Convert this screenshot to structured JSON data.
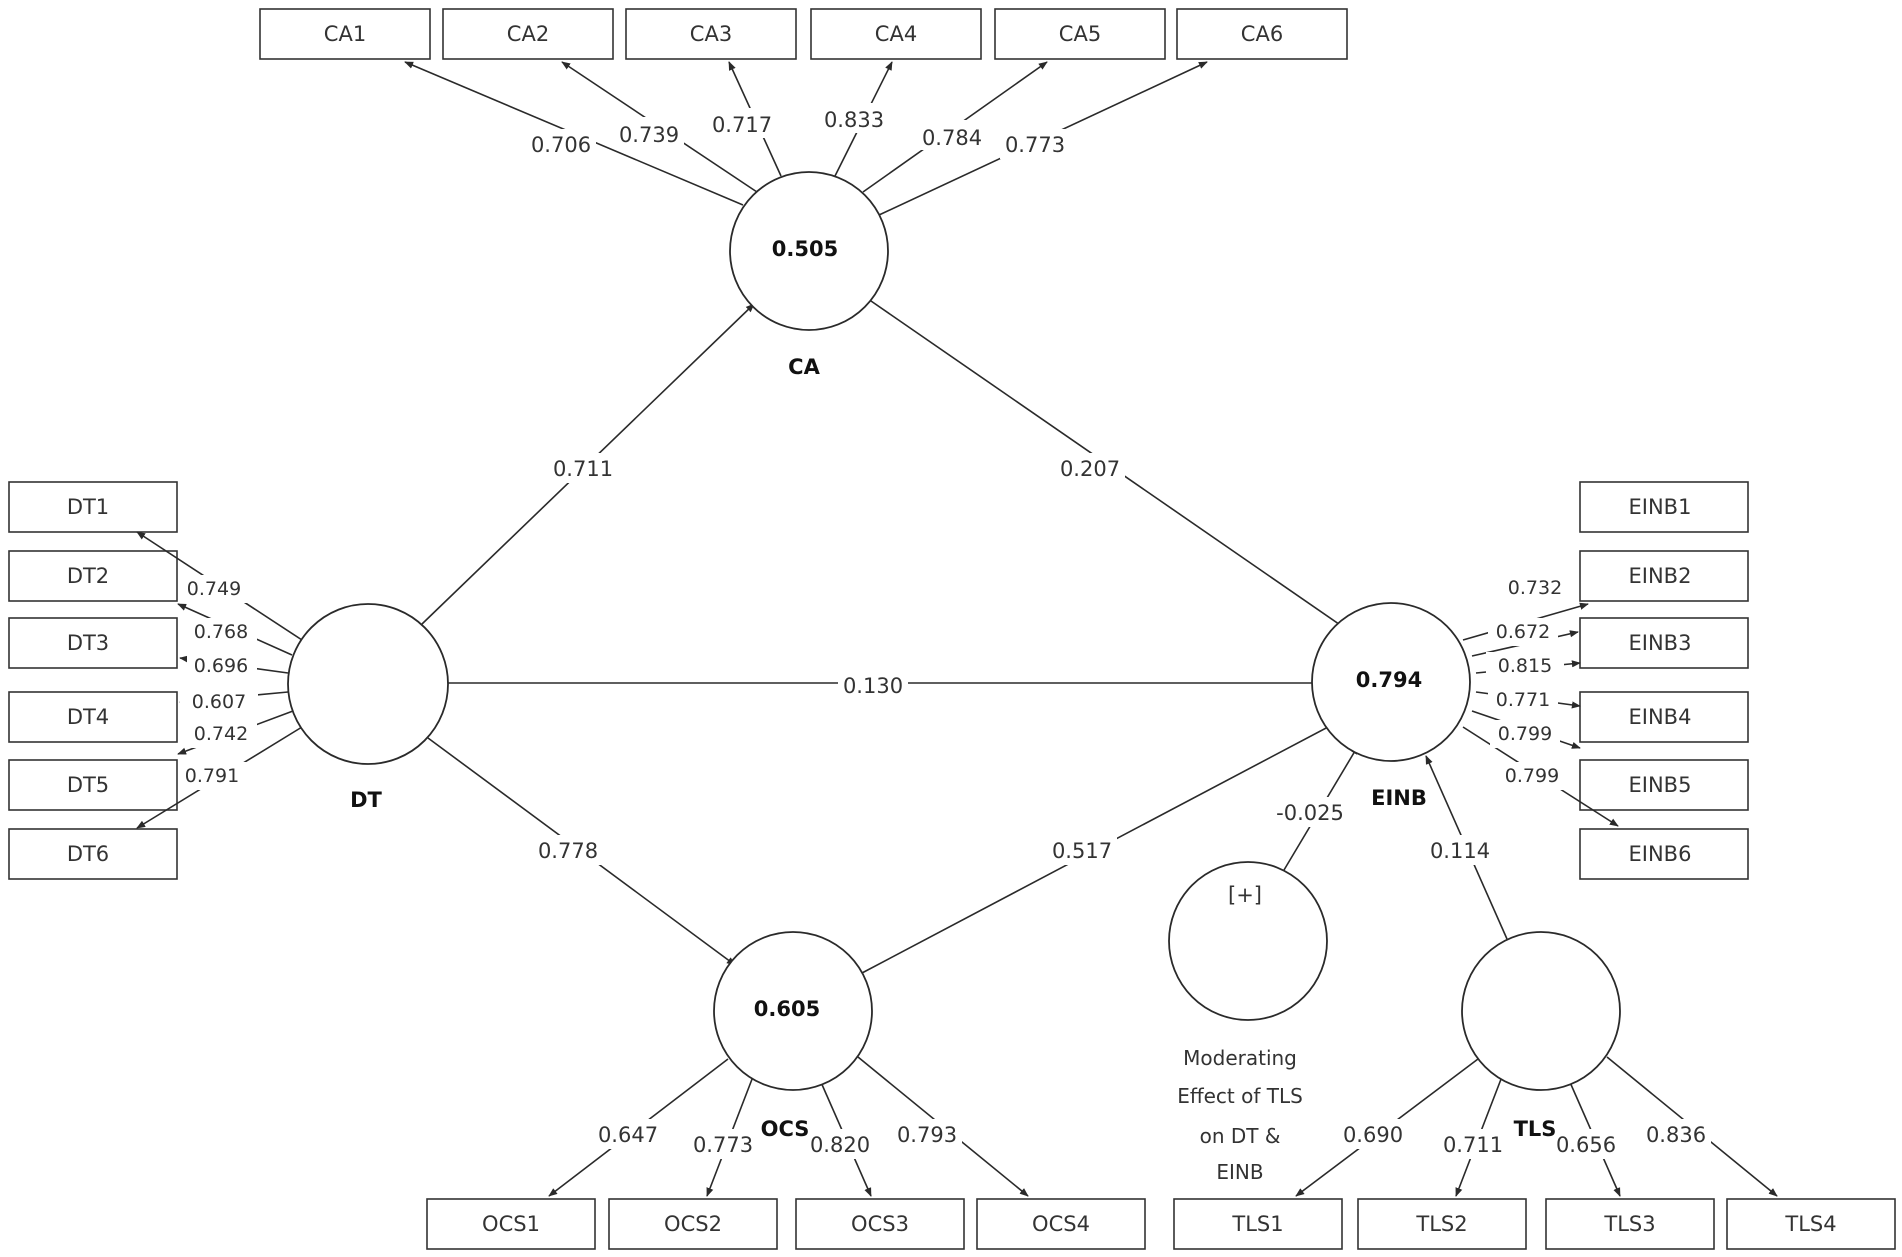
{
  "latents": {
    "CA": {
      "name": "CA",
      "r2": "0.505"
    },
    "DT": {
      "name": "DT",
      "r2": ""
    },
    "EINB": {
      "name": "EINB",
      "r2": "0.794"
    },
    "OCS": {
      "name": "OCS",
      "r2": "0.605"
    },
    "TLS": {
      "name": "TLS",
      "r2": ""
    },
    "MOD": {
      "name": "",
      "symbol": "[+]",
      "caption": [
        "Moderating",
        "Effect of TLS",
        "on DT &",
        "EINB"
      ]
    }
  },
  "indicators": {
    "CA": [
      "CA1",
      "CA2",
      "CA3",
      "CA4",
      "CA5",
      "CA6"
    ],
    "DT": [
      "DT1",
      "DT2",
      "DT3",
      "DT4",
      "DT5",
      "DT6"
    ],
    "EINB": [
      "EINB1",
      "EINB2",
      "EINB3",
      "EINB4",
      "EINB5",
      "EINB6"
    ],
    "OCS": [
      "OCS1",
      "OCS2",
      "OCS3",
      "OCS4"
    ],
    "TLS": [
      "TLS1",
      "TLS2",
      "TLS3",
      "TLS4"
    ]
  },
  "loadings": {
    "CA": [
      "0.706",
      "0.739",
      "0.717",
      "0.833",
      "0.784",
      "0.773"
    ],
    "DT": [
      "0.749",
      "0.768",
      "0.696",
      "0.607",
      "0.742",
      "0.791"
    ],
    "EINB": [
      "0.732",
      "0.672",
      "0.815",
      "0.771",
      "0.799",
      "0.799"
    ],
    "OCS": [
      "0.647",
      "0.773",
      "0.820",
      "0.793"
    ],
    "TLS": [
      "0.690",
      "0.711",
      "0.656",
      "0.836"
    ]
  },
  "paths": {
    "DT_CA": "0.711",
    "CA_EINB": "0.207",
    "DT_EINB": "0.130",
    "DT_OCS": "0.778",
    "OCS_EINB": "0.517",
    "MOD_EINB": "-0.025",
    "TLS_EINB": "0.114"
  },
  "colors": {
    "stroke": "#2a2a2a",
    "text": "#333333",
    "background": "#ffffff"
  }
}
